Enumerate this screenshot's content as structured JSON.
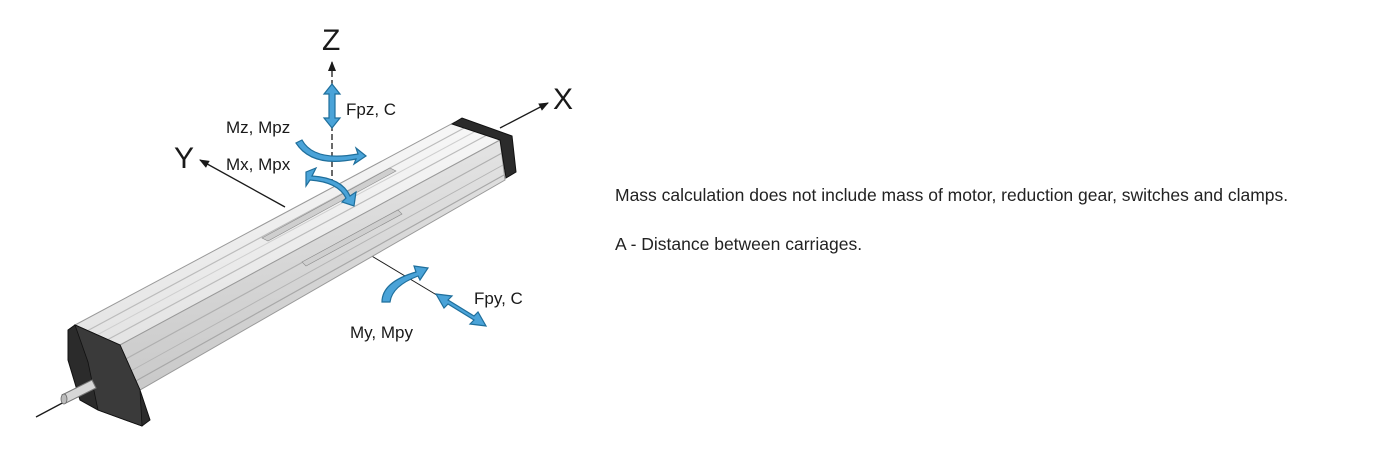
{
  "axes": {
    "x": "X",
    "y": "Y",
    "z": "Z"
  },
  "loads": {
    "fpz": "Fpz, C",
    "mz": "Mz, Mpz",
    "mx": "Mx, Mpx",
    "fpy": "Fpy, C",
    "my": "My, Mpy"
  },
  "notes": {
    "mass": "Mass calculation does not include mass of motor, reduction gear, switches and clamps.",
    "distance": "A - Distance between carriages."
  },
  "colors": {
    "arrow_fill": "#4aa3d8",
    "arrow_stroke": "#1f6f9c",
    "profile_light": "#f3f3f3",
    "profile_mid": "#d9d9d9",
    "profile_dark": "#bdbdbd",
    "end_cap": "#2b2b2b"
  }
}
